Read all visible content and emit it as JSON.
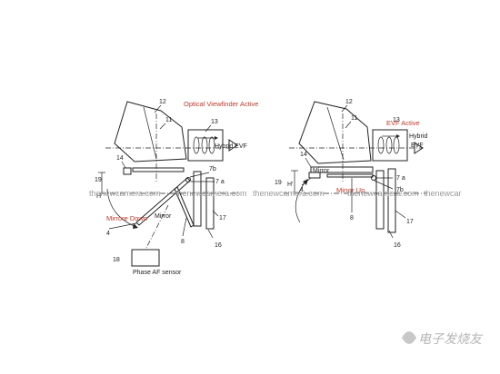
{
  "left_figure": {
    "title": "Optical Viewfinder Active",
    "evf_label": "Hybrid EVF",
    "mirror_state": "Mirrore Down",
    "mirror_label": "Mirror",
    "sensor_label": "Phase AF sensor",
    "part_numbers": {
      "n12": "12",
      "n11": "11",
      "n13": "13",
      "n14": "14",
      "n19": "19",
      "nH": "H",
      "n7b": "7b",
      "n7a": "7 a",
      "n4": "4",
      "n8": "8",
      "n17": "17",
      "n16": "16",
      "n18": "18"
    }
  },
  "right_figure": {
    "title": "EVF Active",
    "evf_label": "Hybrid\nEVF",
    "evf_line1": "Hybrid",
    "evf_line2": "EVF",
    "mirror_state": "Mirror Up",
    "mirror_label": "Mirror",
    "part_numbers": {
      "n12": "12",
      "n11": "11",
      "n13": "13",
      "n14": "14",
      "n19": "19",
      "nH": "H'",
      "n4": "4",
      "n7a": "7 a",
      "n7b": "7b",
      "n8": "8",
      "n17": "17",
      "n16": "16"
    }
  },
  "watermarks": {
    "w1": "thenewcamera.com",
    "w2": "thenewcamera.com",
    "w3": "thenewcamera.com",
    "w4": "thenewcamera.com",
    "w5": "thenewcar"
  },
  "corner_logo": "电子发烧友"
}
